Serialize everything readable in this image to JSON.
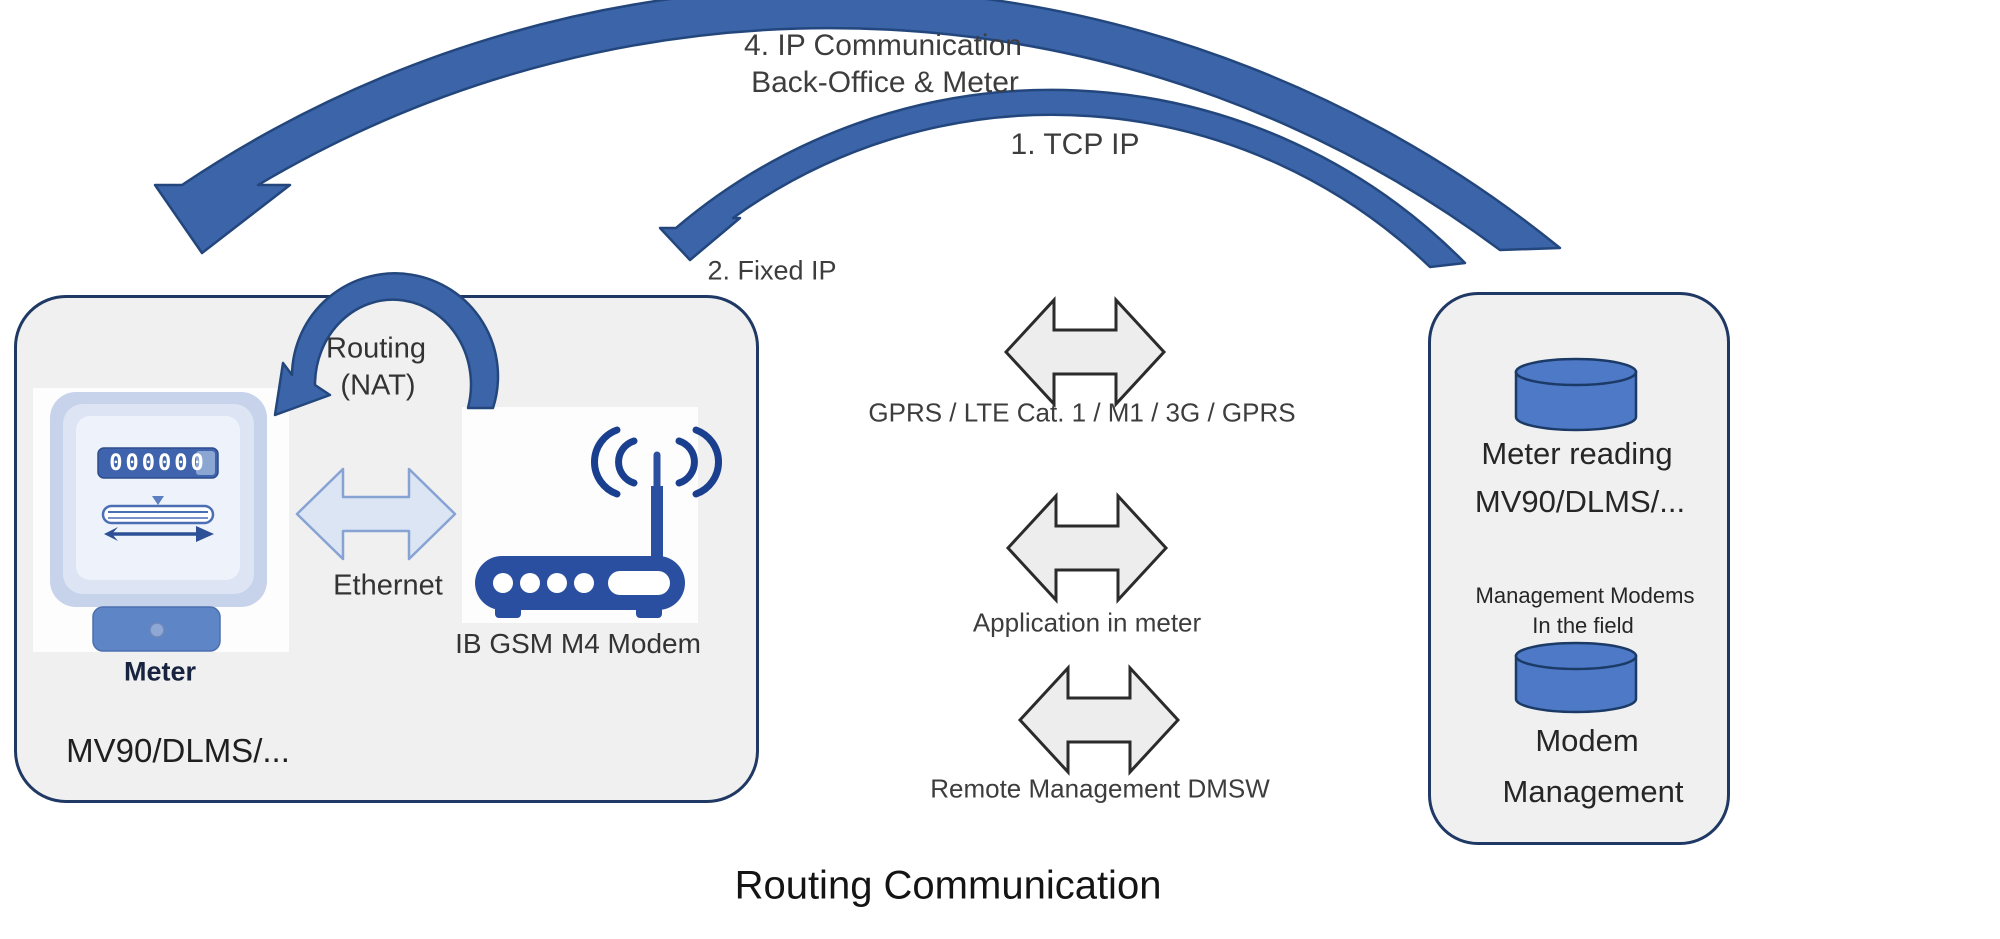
{
  "title": "Routing Communication",
  "top_annotations": {
    "ip_communication_line1": "4. IP Communication",
    "ip_communication_line2": "Back-Office & Meter",
    "tcp_ip": "1. TCP IP",
    "fixed_ip": "2. Fixed IP"
  },
  "left_box": {
    "routing_line1": "Routing",
    "routing_line2": "(NAT)",
    "meter_display": "000000",
    "meter_label": "Meter",
    "ethernet_label": "Ethernet",
    "modem_label": "IB GSM M4 Modem",
    "protocols": "MV90/DLMS/..."
  },
  "middle_links": [
    {
      "label": "GPRS / LTE Cat. 1 / M1 / 3G / GPRS"
    },
    {
      "label": "Application in meter"
    },
    {
      "label": "Remote Management DMSW"
    }
  ],
  "right_box": {
    "meter_reading_line1": "Meter reading",
    "meter_reading_line2": "MV90/DLMS/...",
    "management_line1": "Management Modems",
    "management_line2": "In the field",
    "modem_mgmt_line1": "Modem",
    "modem_mgmt_line2": "Management"
  },
  "colors": {
    "arc_blue": "#3c64a9",
    "arc_outline": "#23477d",
    "box_fill": "#f0f0f0",
    "box_border": "#1f3864",
    "cylinder_fill": "#4d79c7",
    "gray_arrow_fill": "#ededed",
    "gray_arrow_outline": "#2b2b2b",
    "ethernet_fill": "#dbe5f3",
    "ethernet_outline": "#87a3d4",
    "router_blue": "#2a4fa0"
  }
}
